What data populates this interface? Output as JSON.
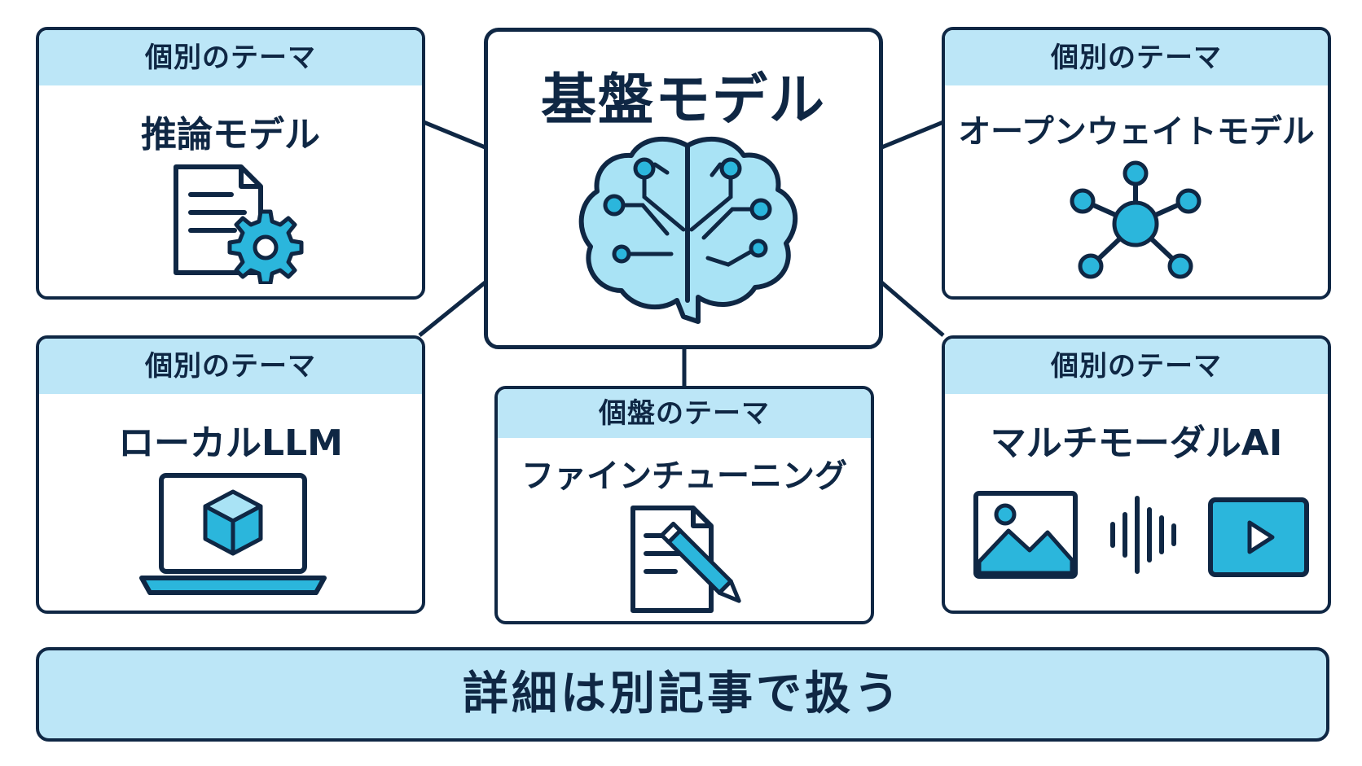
{
  "center": {
    "title": "基盤モデル",
    "icon": "brain-circuit-icon"
  },
  "topics": [
    {
      "label": "個別のテーマ",
      "title": "推論モデル",
      "icon": "document-gear-icon"
    },
    {
      "label": "個別のテーマ",
      "title": "オープンウェイトモデル",
      "icon": "network-hub-icon"
    },
    {
      "label": "個別のテーマ",
      "title": "ローカルLLM",
      "icon": "laptop-cube-icon"
    },
    {
      "label": "個盤のテーマ",
      "title": "ファインチューニング",
      "icon": "document-pencil-icon"
    },
    {
      "label": "個別のテーマ",
      "title": "マルチモーダルAI",
      "icons": [
        "image-icon",
        "audio-wave-icon",
        "video-play-icon"
      ]
    }
  ],
  "footer": {
    "text": "詳細は別記事で扱う"
  },
  "colors": {
    "dark": "#0f2744",
    "accent": "#2bb6dc",
    "light": "#bce6f7",
    "fill": "#a9e3f5"
  }
}
